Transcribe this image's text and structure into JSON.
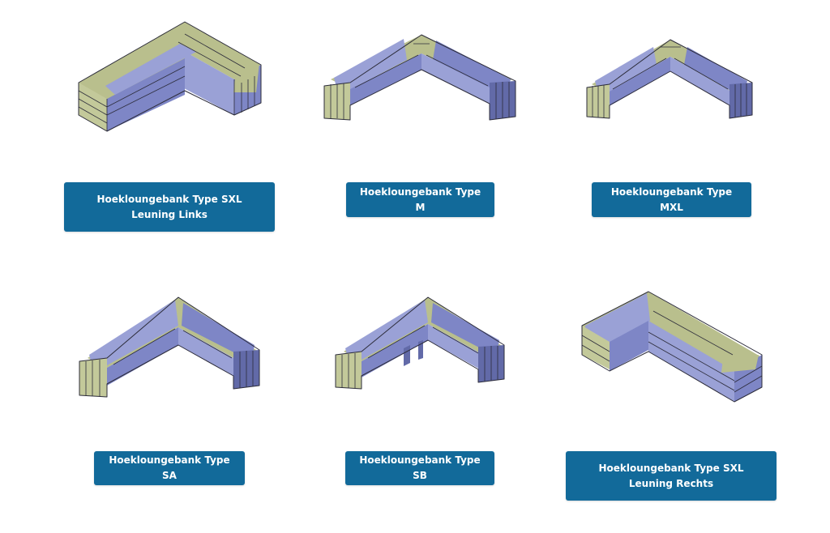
{
  "products": [
    {
      "id": "sxl-links",
      "label": "Hoekloungebank Type SXL Leuning Links"
    },
    {
      "id": "m",
      "label": "Hoekloungebank Type M"
    },
    {
      "id": "mxl",
      "label": "Hoekloungebank Type MXL"
    },
    {
      "id": "sa",
      "label": "Hoekloungebank Type SA"
    },
    {
      "id": "sb",
      "label": "Hoekloungebank Type SB"
    },
    {
      "id": "sxl-rechts",
      "label": "Hoekloungebank Type SXL Leuning Rechts"
    }
  ],
  "colors": {
    "button_bg": "#126a9a",
    "button_text": "#ffffff",
    "wood_top": "#b9bf8d",
    "wood_side": "#7e86c6"
  }
}
